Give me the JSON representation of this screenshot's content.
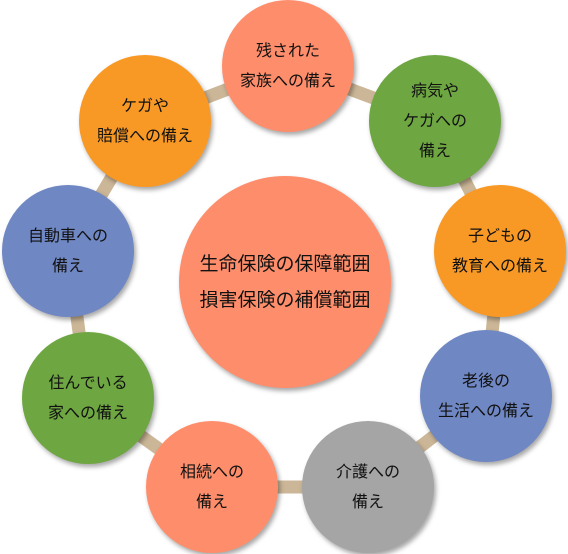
{
  "colors": {
    "salmon": "#fe8e6b",
    "green": "#6ea642",
    "orange": "#f99925",
    "blue": "#6f87c3",
    "gray": "#a5a5a5",
    "ring": "#cbb697"
  },
  "center": {
    "lines": [
      "生命保険の保障範囲",
      "損害保険の補償範囲"
    ],
    "color": "#fe8e6b"
  },
  "nodes": [
    {
      "id": "bereaved-family",
      "lines": [
        "残された",
        "家族への備え"
      ],
      "color": "#fe8e6b"
    },
    {
      "id": "illness-injury",
      "lines": [
        "病気や",
        "ケガへの",
        "備え"
      ],
      "color": "#6ea642"
    },
    {
      "id": "children",
      "lines": [
        "子どもの",
        "教育への備え"
      ],
      "color": "#f99925"
    },
    {
      "id": "retirement",
      "lines": [
        "老後の",
        "生活への備え"
      ],
      "color": "#6f87c3"
    },
    {
      "id": "nursing-care",
      "lines": [
        "介護への",
        "備え"
      ],
      "color": "#a5a5a5"
    },
    {
      "id": "inheritance",
      "lines": [
        "相続への",
        "備え"
      ],
      "color": "#fe8e6b"
    },
    {
      "id": "home",
      "lines": [
        "住んでいる",
        "家への備え"
      ],
      "color": "#6ea642"
    },
    {
      "id": "automobile",
      "lines": [
        "自動車への",
        "備え"
      ],
      "color": "#6f87c3"
    },
    {
      "id": "injury-compensation",
      "lines": [
        "ケガや",
        "賠償への備え"
      ],
      "color": "#f99925"
    }
  ]
}
